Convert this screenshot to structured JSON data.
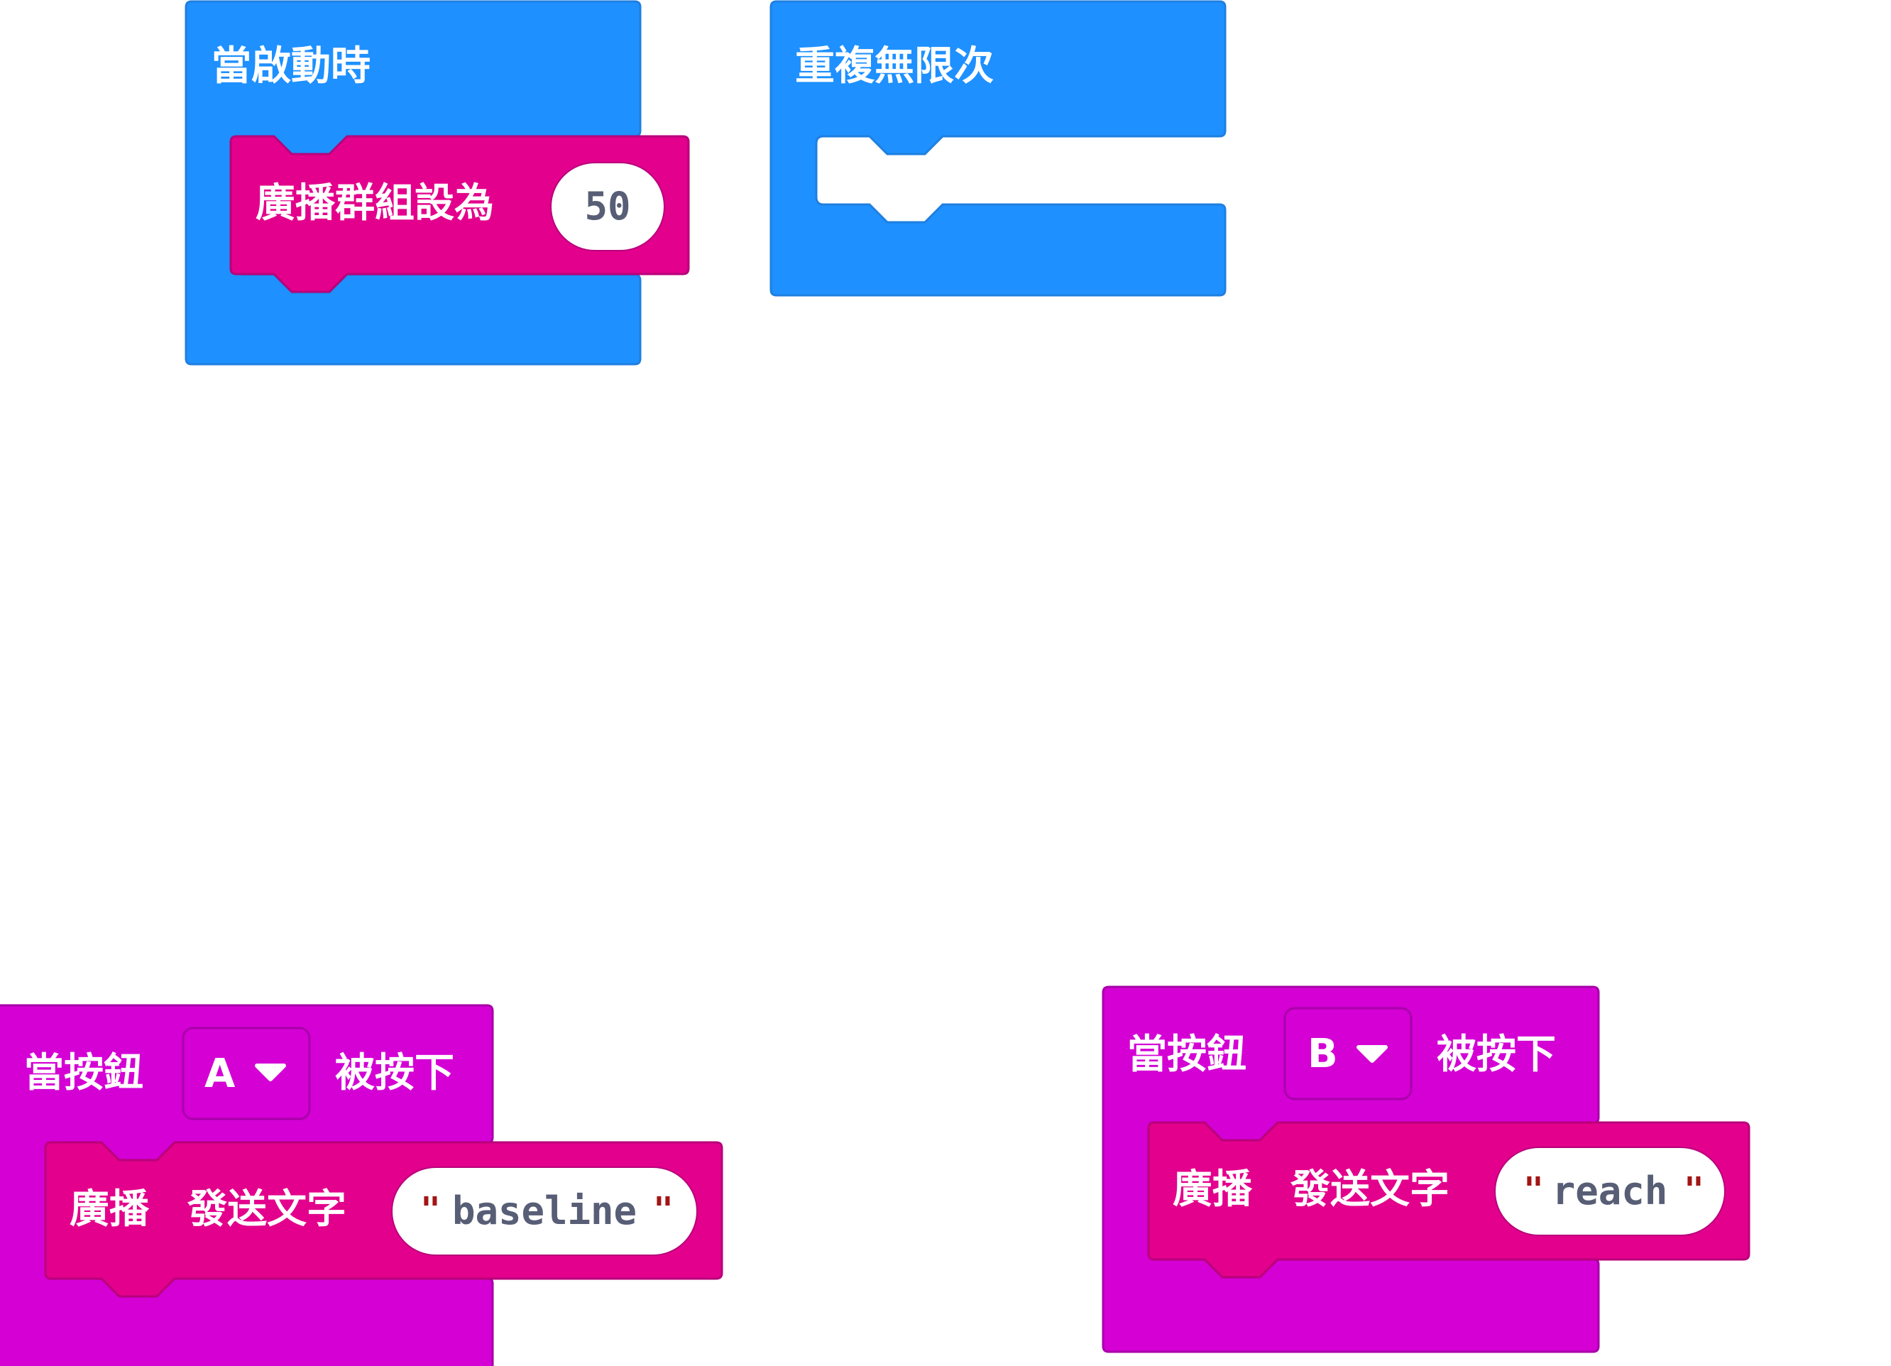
{
  "colors": {
    "basic": "#1E90FF",
    "basic_dark": "#1F7FE0",
    "radio": "#E3008C",
    "radio_dark": "#B8007A",
    "input": "#D400D4",
    "input_dark": "#A800A8",
    "field_bg": "#FFFFFF",
    "field_text": "#575E75",
    "quote": "#A31515"
  },
  "blocks": {
    "on_start": {
      "label": "當啟動時",
      "inner": {
        "label": "廣播群組設為",
        "value": "50"
      }
    },
    "forever": {
      "label": "重複無限次"
    },
    "button_a": {
      "prefix": "當按鈕",
      "button": "A",
      "suffix": "被按下",
      "inner": {
        "label1": "廣播",
        "label2": "發送文字",
        "quote_open": "\"",
        "value": "baseline",
        "quote_close": "\""
      }
    },
    "button_b": {
      "prefix": "當按鈕",
      "button": "B",
      "suffix": "被按下",
      "inner": {
        "label1": "廣播",
        "label2": "發送文字",
        "quote_open": "\"",
        "value": "reach",
        "quote_close": "\""
      }
    }
  }
}
